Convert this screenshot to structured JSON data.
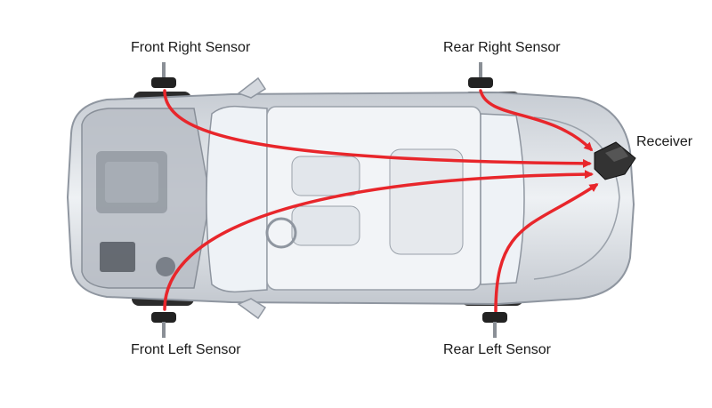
{
  "labels": {
    "front_right": "Front Right Sensor",
    "rear_right": "Rear Right Sensor",
    "front_left": "Front Left Sensor",
    "rear_left": "Rear Left Sensor",
    "receiver": "Receiver"
  },
  "colors": {
    "arrow": "#e8262b",
    "car_body": "#d9dde3",
    "car_outline": "#8f96a0",
    "glass": "#eef2f6",
    "tire": "#2b2b2b",
    "receiver": "#333333"
  },
  "icons": [
    "tire-pressure-sensor-icon",
    "receiver-module-icon"
  ]
}
